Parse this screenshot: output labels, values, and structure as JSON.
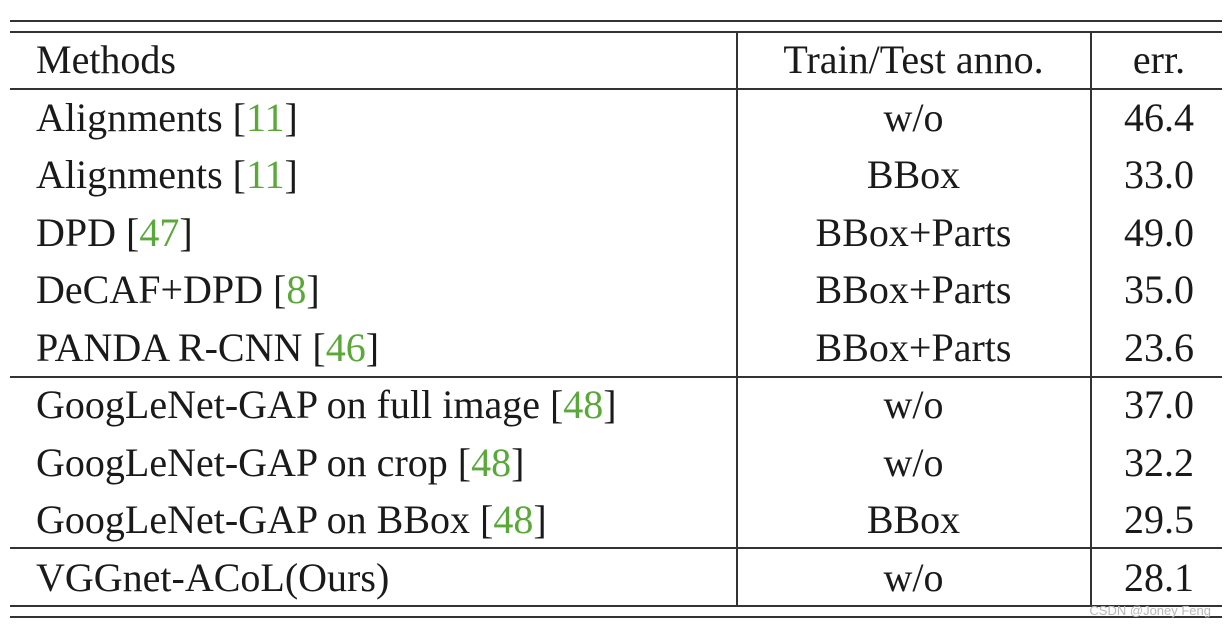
{
  "table": {
    "headers": [
      "Methods",
      "Train/Test anno.",
      "err."
    ],
    "rows": [
      {
        "method": "Alignments",
        "ref": "11",
        "anno": "w/o",
        "err": "46.4"
      },
      {
        "method": "Alignments",
        "ref": "11",
        "anno": "BBox",
        "err": "33.0"
      },
      {
        "method": "DPD",
        "ref": "47",
        "anno": "BBox+Parts",
        "err": "49.0"
      },
      {
        "method": "DeCAF+DPD",
        "ref": "8",
        "anno": "BBox+Parts",
        "err": "35.0"
      },
      {
        "method": "PANDA R-CNN",
        "ref": "46",
        "anno": "BBox+Parts",
        "err": "23.6"
      },
      {
        "method": "GoogLeNet-GAP on full image",
        "ref": "48",
        "anno": "w/o",
        "err": "37.0"
      },
      {
        "method": "GoogLeNet-GAP on crop",
        "ref": "48",
        "anno": "w/o",
        "err": "32.2"
      },
      {
        "method": "GoogLeNet-GAP on BBox",
        "ref": "48",
        "anno": "BBox",
        "err": "29.5"
      },
      {
        "method": "VGGnet-ACoL(Ours)",
        "ref": "",
        "anno": "w/o",
        "err": "28.1"
      }
    ]
  },
  "watermark": "CSDN @Joney Feng",
  "colors": {
    "citation": "#5aa83a",
    "text": "#1a1a1a",
    "rule": "#333333"
  }
}
